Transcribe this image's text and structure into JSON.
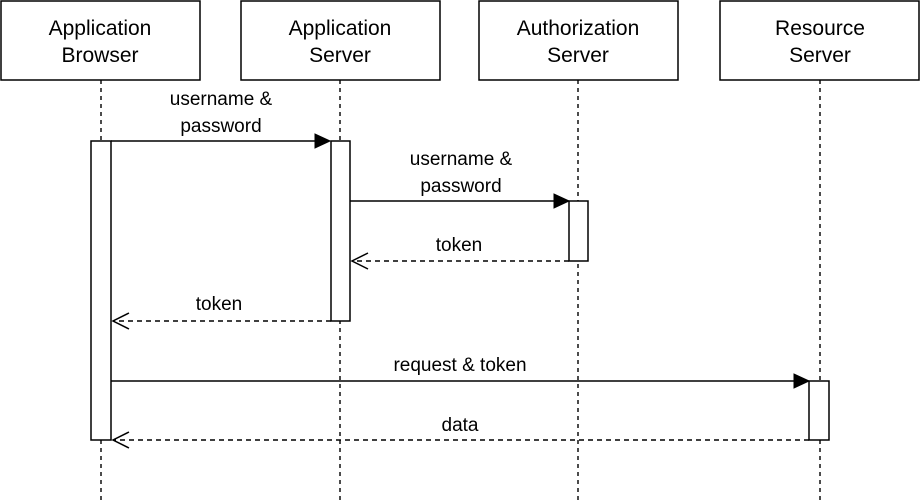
{
  "participants": [
    {
      "id": "browser",
      "lines": [
        "Application",
        "Browser"
      ]
    },
    {
      "id": "appserver",
      "lines": [
        "Application",
        "Server"
      ]
    },
    {
      "id": "authserver",
      "lines": [
        "Authorization",
        "Server"
      ]
    },
    {
      "id": "resserver",
      "lines": [
        "Resource",
        "Server"
      ]
    }
  ],
  "messages": [
    {
      "id": "m1",
      "from": "browser",
      "to": "appserver",
      "type": "sync",
      "lines": [
        "username &",
        "password"
      ]
    },
    {
      "id": "m2",
      "from": "appserver",
      "to": "authserver",
      "type": "sync",
      "lines": [
        "username &",
        "password"
      ]
    },
    {
      "id": "m3",
      "from": "authserver",
      "to": "appserver",
      "type": "return",
      "lines": [
        "token"
      ]
    },
    {
      "id": "m4",
      "from": "appserver",
      "to": "browser",
      "type": "return",
      "lines": [
        "token"
      ]
    },
    {
      "id": "m5",
      "from": "browser",
      "to": "resserver",
      "type": "sync",
      "lines": [
        "request & token"
      ]
    },
    {
      "id": "m6",
      "from": "resserver",
      "to": "browser",
      "type": "return",
      "lines": [
        "data"
      ]
    }
  ]
}
